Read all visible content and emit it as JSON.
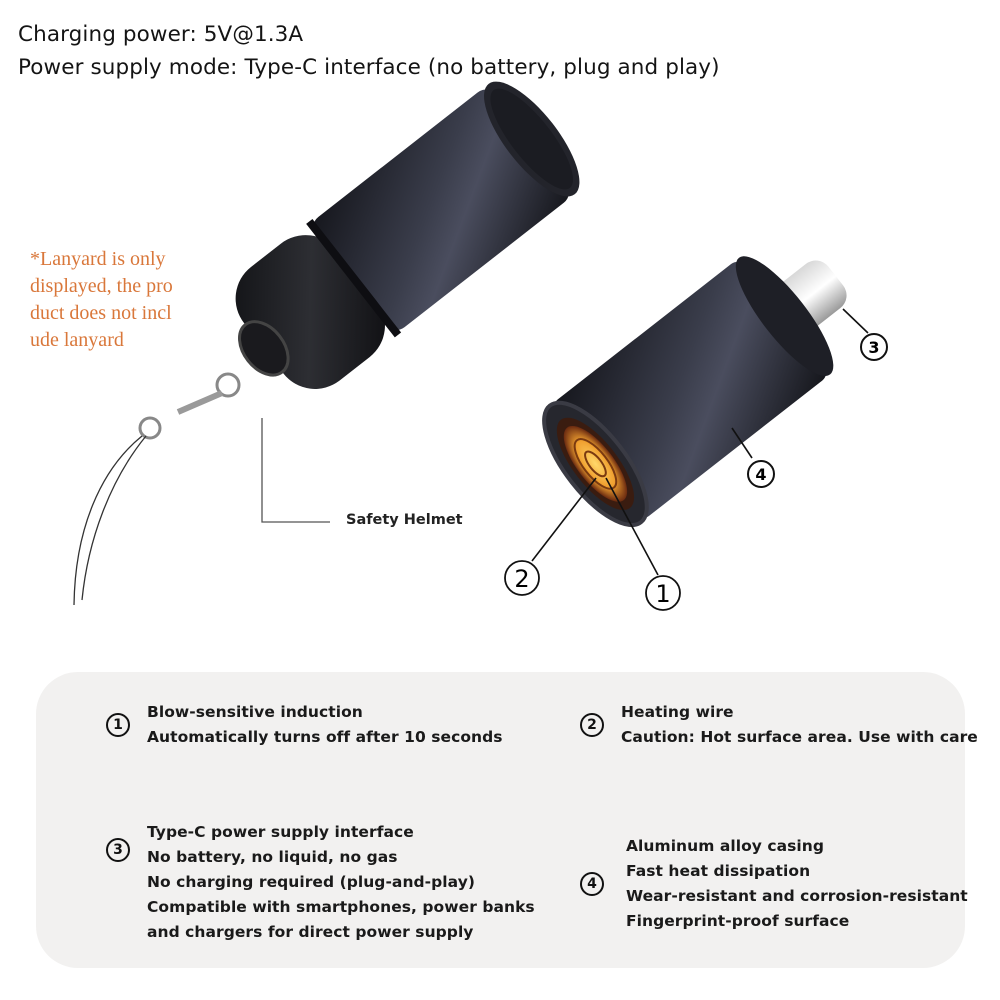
{
  "header": {
    "lines": [
      "Charging power: 5V@1.3A",
      "Power supply mode: Type-C interface (no battery, plug and play)"
    ]
  },
  "note": {
    "lines": [
      "*Lanyard is only",
      "displayed, the pro",
      "duct does not incl",
      "ude lanyard"
    ],
    "color": "#d9773a"
  },
  "diagram": {
    "safety_helmet_label": "Safety Helmet",
    "callouts": [
      "1",
      "2",
      "3",
      "4"
    ]
  },
  "features": [
    {
      "number": "1",
      "lines": [
        "Blow-sensitive induction",
        "Automatically turns off after 10 seconds"
      ]
    },
    {
      "number": "2",
      "lines": [
        "Heating wire",
        "Caution: Hot surface area. Use with care"
      ]
    },
    {
      "number": "3",
      "lines": [
        "Type-C power supply interface",
        "No battery, no liquid, no gas",
        "No charging required (plug-and-play)",
        "Compatible with smartphones, power banks",
        "and chargers for direct power supply"
      ]
    },
    {
      "number": "4",
      "lines": [
        "Aluminum alloy casing",
        "Fast heat dissipation",
        "Wear-resistant and corrosion-resistant",
        "Fingerprint-proof surface"
      ]
    }
  ],
  "colors": {
    "panel_bg": "#f2f1f0",
    "body_metal": "#2a2c36",
    "coil": "#f0a030"
  }
}
